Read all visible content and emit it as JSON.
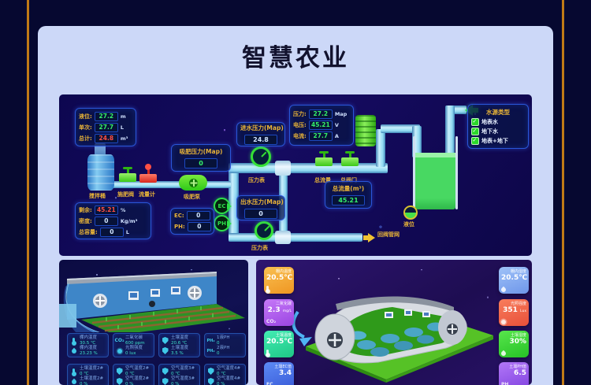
{
  "header": {
    "title": "智慧农业"
  },
  "colors": {
    "page_bg": "#ccd8f8",
    "outer_bg": "#060830",
    "edge_stripe": "#c07a16",
    "scada_bg": "#0d0750",
    "label_yellow": "#e8b438",
    "value_green": "#35f06a",
    "value_red": "#ff5044",
    "pipe_blue": "#8fd8f0",
    "device_green": "#35e035"
  },
  "scada": {
    "tank_stats": {
      "rows": [
        {
          "label": "液位:",
          "value": "27.2",
          "unit": "m"
        },
        {
          "label": "单次:",
          "value": "27.7",
          "unit": "L"
        },
        {
          "label": "总计:",
          "value": "24.8",
          "unit": "m³"
        }
      ]
    },
    "suction_pressure": {
      "label": "吸肥压力(Map)",
      "value": "0"
    },
    "inlet_pressure": {
      "label": "进水压力(Map)",
      "value": "24.8"
    },
    "pump_stats": {
      "rows": [
        {
          "label": "压力:",
          "value": "27.2",
          "unit": "Map"
        },
        {
          "label": "电压:",
          "value": "45.21",
          "unit": "V"
        },
        {
          "label": "电流:",
          "value": "27.7",
          "unit": "A"
        }
      ]
    },
    "water_source": {
      "title": "水源类型",
      "options": [
        {
          "label": "地表水",
          "checked": true
        },
        {
          "label": "地下水",
          "checked": true
        },
        {
          "label": "地表+地下",
          "checked": true
        }
      ]
    },
    "total_flow": {
      "label": "总流量(m³)",
      "value": "45.21"
    },
    "outlet_pressure": {
      "label": "出水压力(Map)",
      "value": "0"
    },
    "fertilizer": {
      "rows": [
        {
          "label": "剩余:",
          "value": "45.21",
          "unit": "%"
        },
        {
          "label": "密度:",
          "value": "0",
          "unit": "Kg/m³"
        },
        {
          "label": "总容量:",
          "value": "0",
          "unit": "L"
        }
      ]
    },
    "ecph": {
      "rows": [
        {
          "label": "EC:",
          "value": "0"
        },
        {
          "label": "PH:",
          "value": "0"
        }
      ]
    },
    "labels": {
      "mixer": "搅拌桶",
      "fert_valve": "施肥阀",
      "flow_meter": "流量计",
      "suction_pump": "吸肥泵",
      "gauge1": "压力表",
      "flow_valve": "总流量",
      "main_valve": "总阀门",
      "gauge2": "压力表",
      "level": "液位",
      "return_line": "回阀管网",
      "ec": "EC",
      "ph": "PH"
    }
  },
  "left_panel": {
    "tiles": [
      {
        "rows": [
          {
            "icon": "thermometer",
            "label": "棚内温度",
            "value": "30.5 ℃"
          },
          {
            "icon": "droplet",
            "label": "棚内湿度",
            "value": "23.23 %"
          }
        ]
      },
      {
        "rows": [
          {
            "icon": "co2",
            "label": "二氧化碳",
            "value": "600 ppm"
          },
          {
            "icon": "sun",
            "label": "光照强度",
            "value": "0 lux"
          }
        ]
      },
      {
        "rows": [
          {
            "icon": "shield-thermometer",
            "label": "土壤温度",
            "value": "20.6 ℃"
          },
          {
            "icon": "shield-droplet",
            "label": "土壤湿度",
            "value": "3.5 %"
          }
        ]
      },
      {
        "rows": [
          {
            "icon": "ph",
            "label": "1液PH",
            "value": "0"
          },
          {
            "icon": "ph",
            "label": "2液PH",
            "value": "0"
          }
        ]
      },
      {
        "rows": [
          {
            "icon": "thermometer",
            "label": "土壤温度2#",
            "value": "0 ℃"
          },
          {
            "icon": "droplet",
            "label": "土壤湿度2#",
            "value": "0 %"
          }
        ]
      },
      {
        "rows": [
          {
            "icon": "shield-thermometer",
            "label": "空气温度2#",
            "value": "0 ℃"
          },
          {
            "icon": "shield-droplet",
            "label": "空气湿度2#",
            "value": "0 %"
          }
        ]
      },
      {
        "rows": [
          {
            "icon": "shield-thermometer",
            "label": "空气温度3#",
            "value": "0 ℃"
          },
          {
            "icon": "shield-droplet",
            "label": "空气湿度3#",
            "value": "0 %"
          }
        ]
      },
      {
        "rows": [
          {
            "icon": "shield-thermometer",
            "label": "空气温度4#",
            "value": "0 ℃"
          },
          {
            "icon": "shield-droplet",
            "label": "空气湿度4#",
            "value": "0 %"
          }
        ]
      }
    ]
  },
  "right_panel": {
    "chips_left": [
      {
        "label": "棚内温度",
        "value": "20.5℃",
        "icon": "thermometer",
        "color": "#f7a832"
      },
      {
        "label": "二氧化碳",
        "value": "2.3",
        "unit": "mg/L",
        "icon": "co2",
        "icon_text": "CO₂",
        "color": "#b35cf2"
      },
      {
        "label": "土壤温度",
        "value": "20.5℃",
        "icon": "thermometer",
        "color": "#2bdf9e"
      },
      {
        "label": "土壤EC值",
        "value": "3.4",
        "icon": "ec",
        "icon_text": "EC",
        "color": "#4b79ec"
      }
    ],
    "chips_right": [
      {
        "label": "棚内湿度",
        "value": "20.5℃",
        "icon": "droplet",
        "color": "#8fb6f4"
      },
      {
        "label": "光照强度",
        "value": "351",
        "unit": "Lux",
        "icon": "light",
        "color": "#f4694e"
      },
      {
        "label": "土壤湿度",
        "value": "30%",
        "icon": "soil-moisture",
        "color": "#3ed33e"
      },
      {
        "label": "土壤PH值",
        "value": "6.5",
        "icon": "ph",
        "icon_text": "PH",
        "color": "#9d5ef2"
      }
    ]
  }
}
